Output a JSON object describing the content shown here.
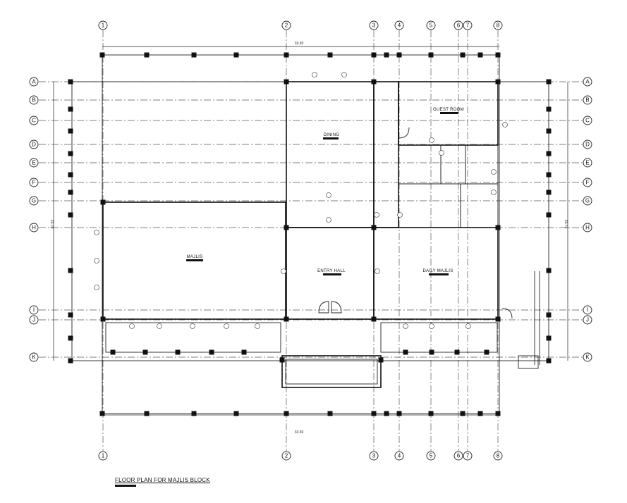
{
  "drawing": {
    "caption": "FLOOR PLAN FOR MAJLIS BLOCK",
    "overall_dimension_horizontal": "33.30",
    "overall_dimension_vertical": "23.70"
  },
  "grid_axes": {
    "vertical": [
      "1",
      "2",
      "3",
      "4",
      "5",
      "6",
      "7",
      "8"
    ],
    "horizontal": [
      "A",
      "B",
      "C",
      "D",
      "E",
      "F",
      "G",
      "H",
      "I",
      "J",
      "K"
    ]
  },
  "rooms": {
    "majlis": "MAJLIS",
    "dining": "DINING",
    "entry_hall": "ENTRY HALL",
    "daily_majlis": "DAILY MAJLIS",
    "guest_room": "GUEST ROOM"
  },
  "colors": {
    "ink": "#111111",
    "background": "#ffffff"
  }
}
